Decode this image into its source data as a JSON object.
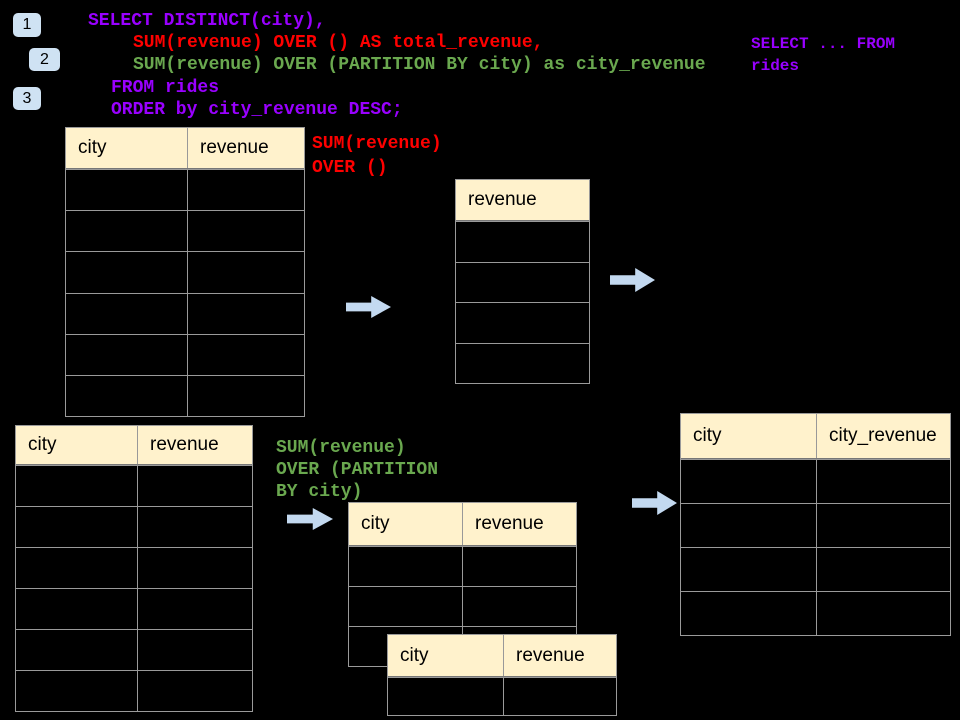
{
  "title": "SQL window functions diagram",
  "colors": {
    "background": "#000000",
    "table_header_fill": "#FFF2CC",
    "table_border": "#9A9A9A",
    "badge_fill": "#CFE2F3",
    "arrow_fill": "#C3D9F0",
    "sql_purple": "#9900FF",
    "sql_red": "#FF0000",
    "sql_green": "#6AA84F"
  },
  "badges": [
    {
      "label": "1"
    },
    {
      "label": "2"
    },
    {
      "label": "3"
    }
  ],
  "code": {
    "lines": [
      {
        "text": "SELECT DISTINCT(city),",
        "color": "purple"
      },
      {
        "text": "SUM(revenue) OVER () AS total_revenue,",
        "color": "red"
      },
      {
        "text": "SUM(revenue) OVER (PARTITION BY city) as city_revenue",
        "color": "green"
      },
      {
        "text": "FROM rides",
        "color": "purple"
      },
      {
        "text": "ORDER by city_revenue DESC;",
        "color": "purple"
      }
    ]
  },
  "side_code": {
    "lines": [
      {
        "text": "SELECT ... FROM",
        "color": "purple"
      },
      {
        "text": "rides",
        "color": "purple"
      }
    ]
  },
  "annotations": {
    "total_window": {
      "color": "red",
      "lines": [
        "SUM(revenue)",
        "OVER ()"
      ]
    },
    "partition_window": {
      "color": "green",
      "lines": [
        "SUM(revenue)",
        "OVER (PARTITION",
        "BY city)"
      ]
    }
  },
  "tables": {
    "source_top": {
      "columns": [
        "city",
        "revenue"
      ],
      "row_count": 6
    },
    "total_revenue": {
      "columns": [
        "revenue"
      ],
      "row_count": 4
    },
    "source_bottom": {
      "columns": [
        "city",
        "revenue"
      ],
      "row_count": 6
    },
    "partition_mid": {
      "columns": [
        "city",
        "revenue"
      ],
      "row_count": 3
    },
    "partition_overlap": {
      "columns": [
        "city",
        "revenue"
      ],
      "row_count": 1
    },
    "result": {
      "columns": [
        "city",
        "city_revenue"
      ],
      "row_count": 4
    }
  },
  "arrows": [
    {
      "name": "source-to-total"
    },
    {
      "name": "total-to-result"
    },
    {
      "name": "source-to-partition"
    },
    {
      "name": "partition-to-result"
    }
  ]
}
